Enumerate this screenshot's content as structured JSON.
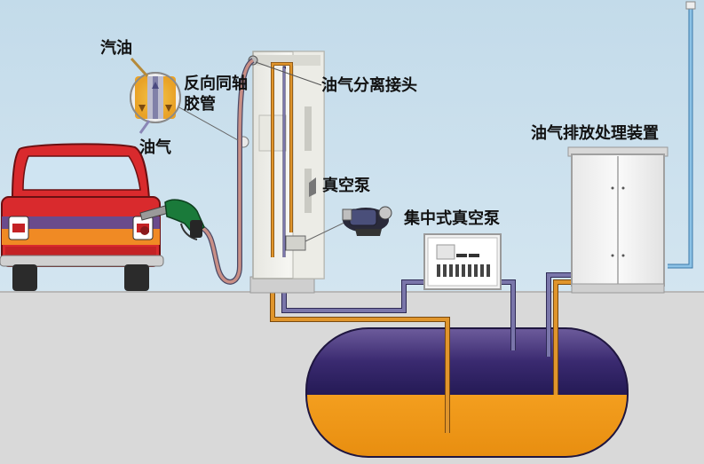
{
  "labels": {
    "gasoline": "汽油",
    "coaxial_hose_line1": "反向同轴",
    "coaxial_hose_line2": "胶管",
    "vapor": "油气",
    "separator_joint": "油气分离接头",
    "vacuum_pump": "真空泵",
    "central_vacuum_pump": "集中式真空泵",
    "vapor_treatment_unit": "油气排放处理装置"
  },
  "colors": {
    "sky": "#c6dcea",
    "ground": "#d9d9d9",
    "car_body": "#d9262b",
    "car_stripe_orange": "#f08a24",
    "car_stripe_purple": "#6a4b8c",
    "nozzle": "#1a7a3a",
    "pipe_orange": "#d98a2a",
    "pipe_purple": "#5e5a8e",
    "tank_top": "#3b2a6e",
    "tank_fuel": "#f7a21b",
    "cabinet": "#f2f2f2"
  }
}
